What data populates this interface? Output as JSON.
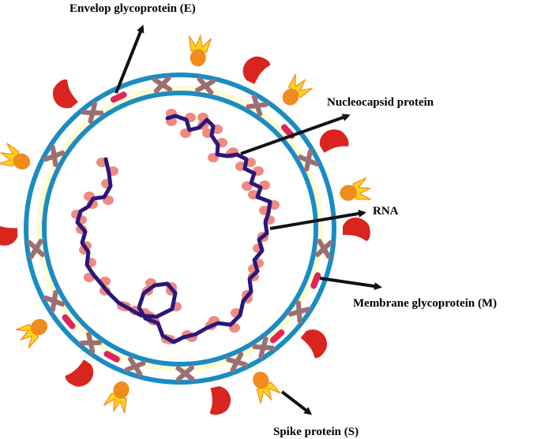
{
  "labels": {
    "envelope": "Envelop glycoprotein (E)",
    "nucleocapsid": "Nucleocapsid protein",
    "rna": "RNA",
    "membrane": "Membrane glycoprotein (M)",
    "spike": "Spike protein (S)"
  },
  "colors": {
    "membrane_ring": "#1a8cc4",
    "membrane_fill": "#fdfcd2",
    "m_protein": "#9b6f73",
    "e_protein": "#e0245e",
    "spike_red": "#d9241f",
    "spike_orange": "#f08c1e",
    "spike_yellow": "#ffd21e",
    "rna_strand": "#2b177a",
    "nucleocapsid": "#ee8a80",
    "arrow": "#111111"
  },
  "icons": {
    "m_protein": "x-cross-shape",
    "e_protein": "capsule-shape",
    "spike_red": "teardrop-shape",
    "spike_orange": "flame-shape"
  }
}
